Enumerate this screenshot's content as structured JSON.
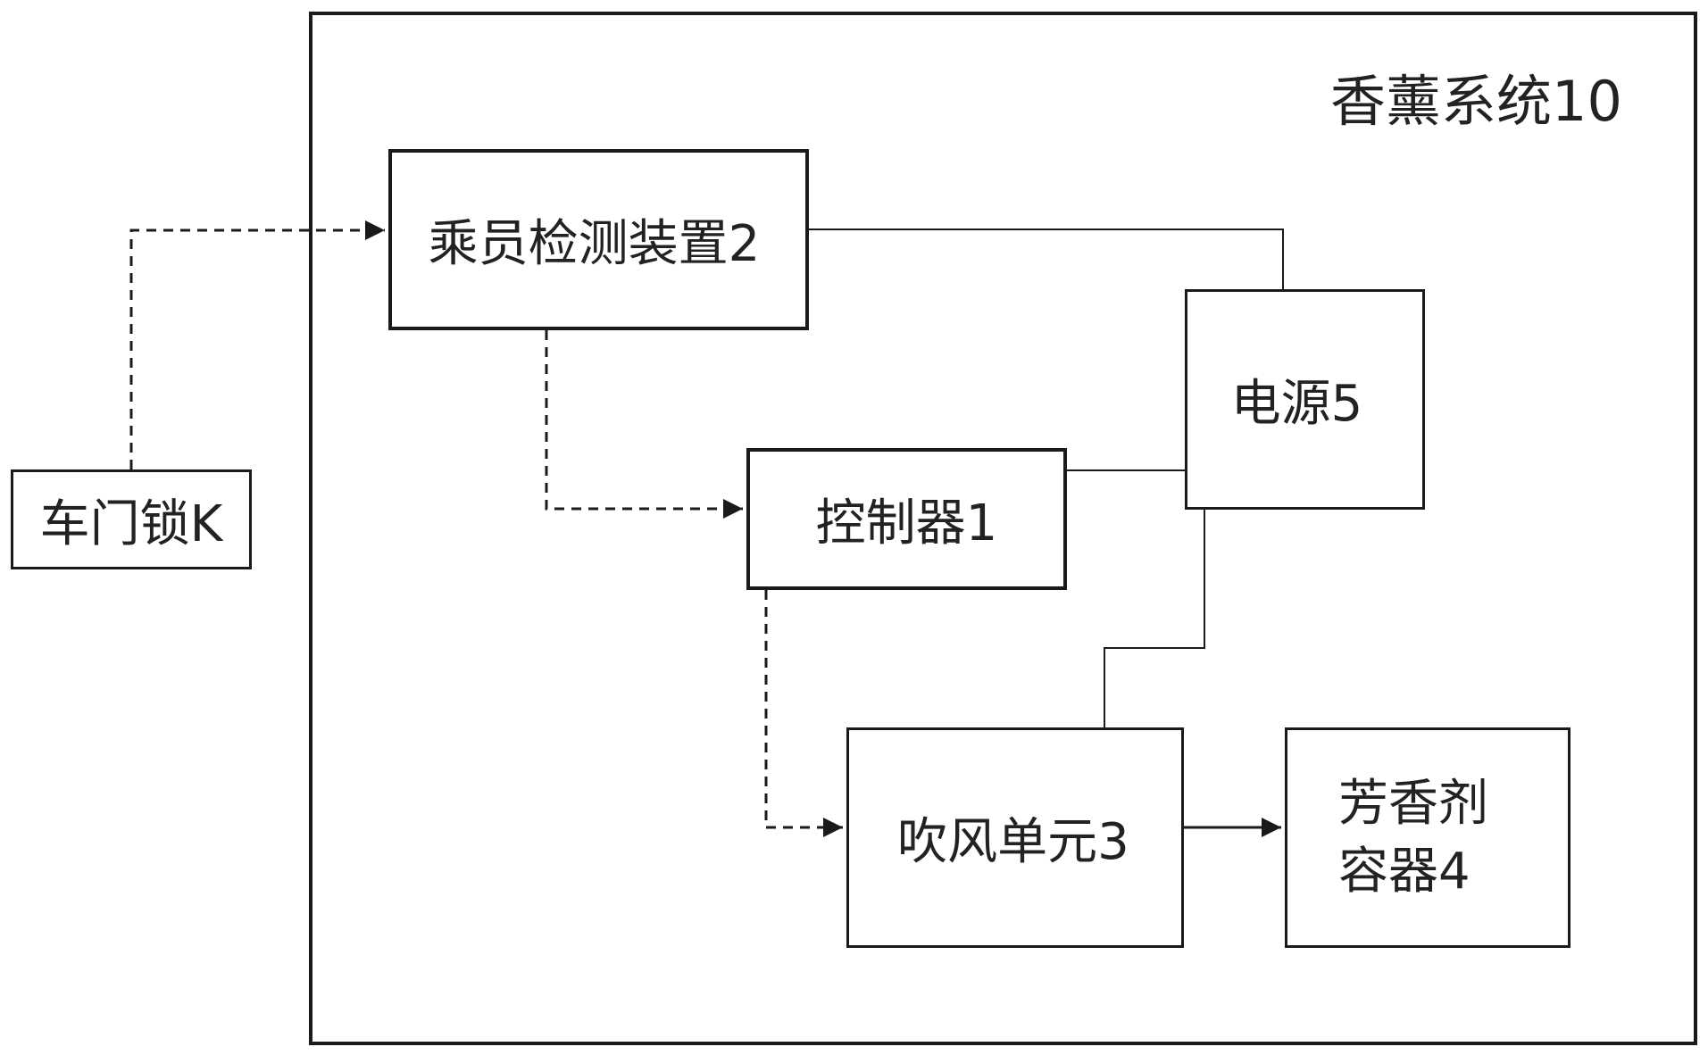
{
  "system": {
    "title": "香薰系统10"
  },
  "blocks": {
    "door_lock": "车门锁K",
    "occupant_detector": "乘员检测装置2",
    "controller": "控制器1",
    "power_supply": "电源5",
    "blower_unit": "吹风单元3",
    "fragrance_container": "芳香剂容器4"
  },
  "colors": {
    "line": "#1a1a1a",
    "text": "#222222",
    "background": "#ffffff"
  }
}
